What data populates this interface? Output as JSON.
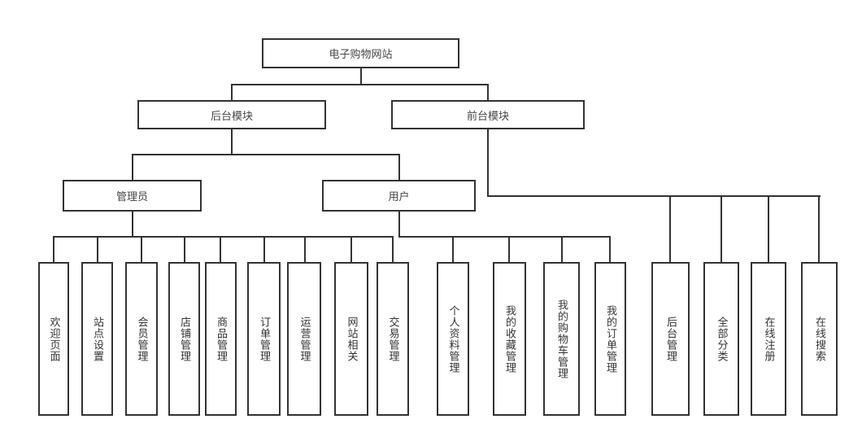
{
  "diagram": {
    "root": {
      "label": "电子购物网站"
    },
    "level1": [
      {
        "label": "后台模块"
      },
      {
        "label": "前台模块"
      }
    ],
    "level2": [
      {
        "label": "管理员"
      },
      {
        "label": "用户"
      }
    ],
    "admin_leaves": [
      {
        "label": "欢迎页面"
      },
      {
        "label": "站点设置"
      },
      {
        "label": "会员管理"
      },
      {
        "label": "店铺管理"
      },
      {
        "label": "商品管理"
      },
      {
        "label": "订单管理"
      },
      {
        "label": "运营管理"
      },
      {
        "label": "网站相关"
      },
      {
        "label": "交易管理"
      }
    ],
    "user_leaves": [
      {
        "label": "个人资料管理"
      },
      {
        "label": "我的收藏管理"
      },
      {
        "label": "我的购物车管理"
      },
      {
        "label": "我的订单管理"
      }
    ],
    "front_leaves": [
      {
        "label": "后台管理"
      },
      {
        "label": "全部分类"
      },
      {
        "label": "在线注册"
      },
      {
        "label": "在线搜索"
      }
    ],
    "colors": {
      "line": "#333333",
      "text": "#444444",
      "background": "#ffffff"
    }
  }
}
